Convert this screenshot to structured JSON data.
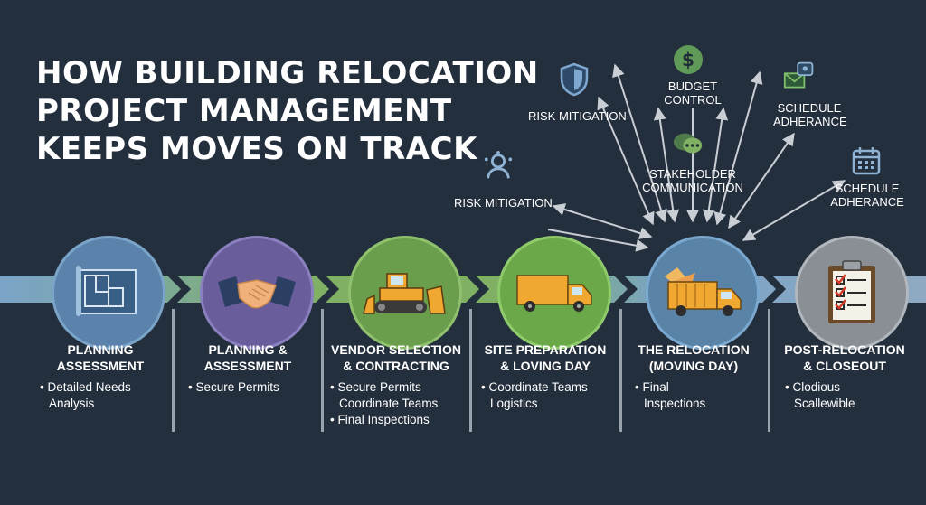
{
  "title": {
    "line1": "HOW BUILDING RELOCATION",
    "line2": "PROJECT MANAGEMENT",
    "line3": "KEEPS MOVES ON TRACK"
  },
  "top_labels": [
    {
      "id": "risk1",
      "text": "RISK MITIGATION",
      "icon": "shield-icon"
    },
    {
      "id": "budget",
      "line1": "BUDGET",
      "line2": "CONTROL",
      "icon": "dollar-icon"
    },
    {
      "id": "schedule1",
      "line1": "SCHEDULE",
      "line2": "ADHERANCE",
      "icon": "envelope-chat-icon"
    },
    {
      "id": "stakeholder",
      "line1": "STAKEHOLDER",
      "line2": "COMMUNICATION",
      "icon": "chat-bubbles-icon"
    },
    {
      "id": "risk2",
      "text": "RISK MITIGATION",
      "icon": "people-icon"
    },
    {
      "id": "schedule2",
      "line1": "SCHEDULE",
      "line2": "ADHERANCE",
      "icon": "calendar-icon"
    }
  ],
  "stages": [
    {
      "title1": "PLANNING",
      "title2": "ASSESSMENT",
      "items": [
        "• Detailed Needs",
        "  Analysis"
      ],
      "color": "#5f86ad",
      "icon": "blueprint-icon"
    },
    {
      "title1": "PLANNING &",
      "title2": "ASSESSMENT",
      "items": [
        "• Secure Permits"
      ],
      "color": "#6d5f9d",
      "icon": "handshake-icon"
    },
    {
      "title1": "VENDOR SELECTION",
      "title2": "& CONTRACTING",
      "items": [
        "• Secure Permits",
        "  Coordinate Teams",
        "• Final Inspections"
      ],
      "color": "#6a9a4e",
      "icon": "bulldozer-icon"
    },
    {
      "title1": "SITE PREPARATION",
      "title2": "& LOVING DAY",
      "items": [
        "• Coordinate Teams",
        "  Logistics"
      ],
      "color": "#6aa54a",
      "icon": "truck-icon"
    },
    {
      "title1": "THE RELOCATION",
      "title2": "(MOVING DAY)",
      "items": [
        "• Final",
        "  Inspections"
      ],
      "color": "#5a83a8",
      "icon": "moving-truck-icon"
    },
    {
      "title1": "POST-RELOCATION",
      "title2": "& CLOSEOUT",
      "items": [
        "• Clodious",
        "  Scallewible"
      ],
      "color": "#8a8f96",
      "icon": "checklist-icon"
    }
  ],
  "colors": {
    "background": "#242f3d",
    "arrow": "#c9ced4",
    "band_left": "#7aa3c8",
    "band_mid": "#7fb063",
    "band_right": "#8fa9c2"
  }
}
